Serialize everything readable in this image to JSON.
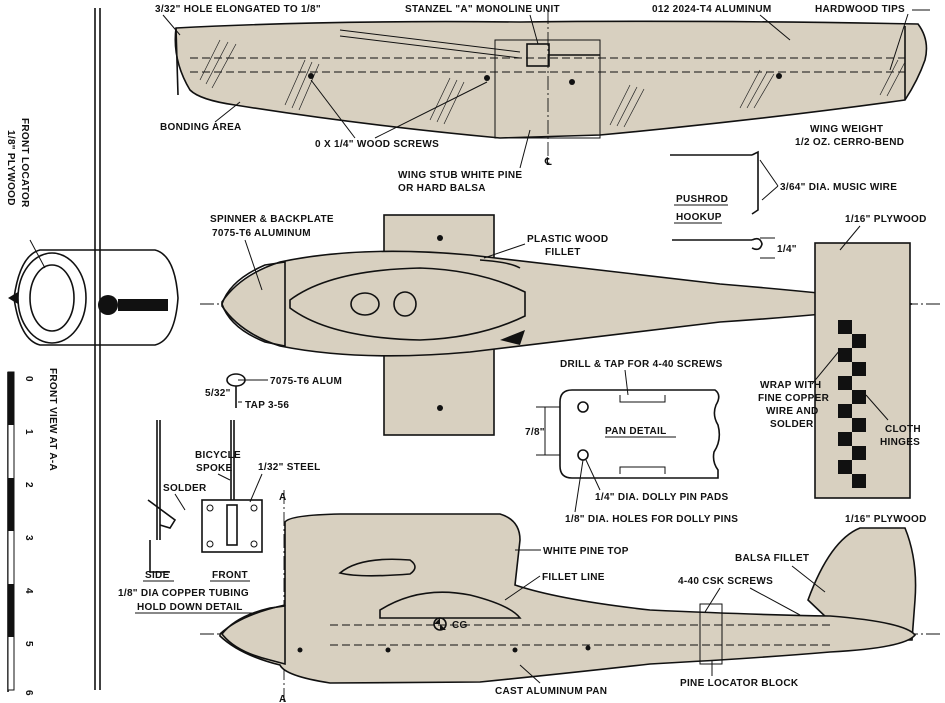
{
  "labels": {
    "hole": "3/32\" HOLE ELONGATED TO 1/8\"",
    "stanzel": "STANZEL \"A\" MONOLINE UNIT",
    "aluminum_sheet": "012  2024-T4  ALUMINUM",
    "hardwood_tips": "HARDWOOD TIPS",
    "bonding_area": "BONDING AREA",
    "wood_screws": "0 X 1/4\"  WOOD SCREWS",
    "wing_weight_1": "WING WEIGHT",
    "wing_weight_2": "1/2 OZ. CERRO-BEND",
    "wing_stub_1": "WING STUB WHITE PINE",
    "wing_stub_2": "OR HARD BALSA",
    "pushrod_1": "PUSHROD",
    "pushrod_2": "HOOKUP",
    "music_wire": "3/64\" DIA. MUSIC WIRE",
    "quarter": "1/4\"",
    "spinner_1": "SPINNER & BACKPLATE",
    "spinner_2": "7075-T6 ALUMINUM",
    "plastic_wood_1": "PLASTIC WOOD",
    "plastic_wood_2": "FILLET",
    "plywood_top": "1/16\" PLYWOOD",
    "front_locator_1": "FRONT LOCATOR",
    "front_locator_2": "1/8\" PLYWOOD",
    "drill_tap": "DRILL & TAP FOR 4-40 SCREWS",
    "wrap_1": "WRAP WITH",
    "wrap_2": "FINE COPPER",
    "wrap_3": "WIRE AND",
    "wrap_4": "SOLDER",
    "cloth_1": "CLOTH",
    "cloth_2": "HINGES",
    "alum_7075": "7075-T6 ALUM",
    "five_32": "5/32\"",
    "tap": "TAP 3-56",
    "seven_8": "7/8\"",
    "pan_detail": "PAN DETAIL",
    "front_view": "FRONT VIEW AT A-A",
    "bicycle_1": "BICYCLE",
    "bicycle_2": "SPOKE",
    "steel": "1/32\" STEEL",
    "solder": "SOLDER",
    "dolly_pads": "1/4\" DIA. DOLLY PIN PADS",
    "dolly_holes": "1/8\" DIA. HOLES FOR DOLLY PINS",
    "side": "SIDE",
    "front": "FRONT",
    "copper_tubing": "1/8\" DIA COPPER TUBING",
    "hold_down": "HOLD DOWN DETAIL",
    "plywood_fin": "1/16\" PLYWOOD",
    "white_pine_top": "WHITE PINE TOP",
    "balsa_fillet": "BALSA FILLET",
    "fillet_line": "FILLET LINE",
    "csk_screws": "4-40 CSK SCREWS",
    "cg": "CG",
    "pine_block": "PINE LOCATOR BLOCK",
    "cast_pan": "CAST ALUMINUM PAN",
    "section_a": "A",
    "centerline": "℄"
  },
  "scale": {
    "ticks": [
      "0",
      "1",
      "2",
      "3",
      "4",
      "5",
      "6"
    ]
  },
  "colors": {
    "ink": "#111111",
    "paper": "#ffffff",
    "wood": "#d8d0c0"
  }
}
